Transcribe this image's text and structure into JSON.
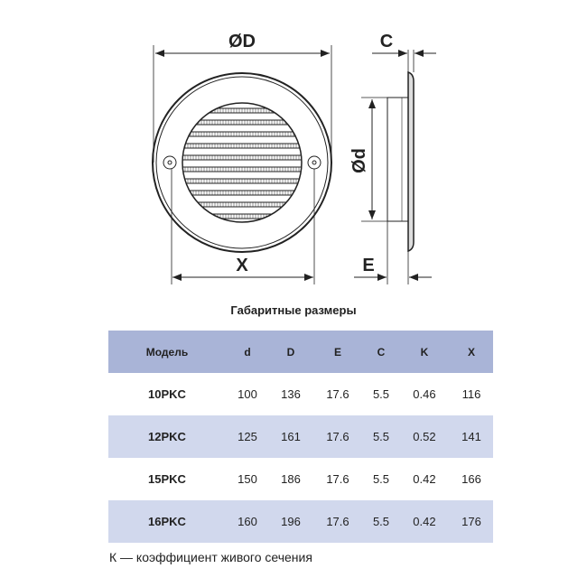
{
  "diagram": {
    "label_D": "ØD",
    "label_X": "X",
    "label_C": "C",
    "label_d": "Ød",
    "label_E": "E"
  },
  "title": "Габаритные размеры",
  "table": {
    "headers": [
      "Модель",
      "d",
      "D",
      "E",
      "C",
      "K",
      "X"
    ],
    "rows": [
      [
        "10PKC",
        "100",
        "136",
        "17.6",
        "5.5",
        "0.46",
        "116"
      ],
      [
        "12PKC",
        "125",
        "161",
        "17.6",
        "5.5",
        "0.52",
        "141"
      ],
      [
        "15PKC",
        "150",
        "186",
        "17.6",
        "5.5",
        "0.42",
        "166"
      ],
      [
        "16PKC",
        "160",
        "196",
        "17.6",
        "5.5",
        "0.42",
        "176"
      ]
    ]
  },
  "footnote": "К — коэффициент живого сечения"
}
